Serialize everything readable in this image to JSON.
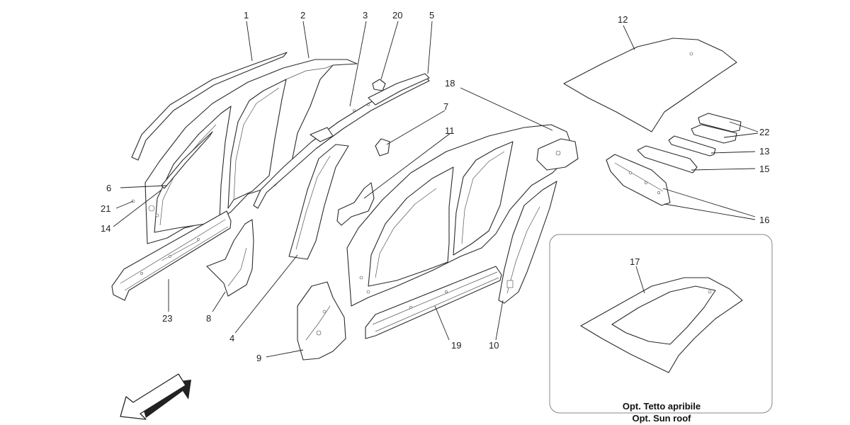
{
  "callouts": {
    "c1": "1",
    "c2": "2",
    "c3": "3",
    "c4": "4",
    "c5": "5",
    "c6": "6",
    "c7": "7",
    "c8": "8",
    "c9": "9",
    "c10": "10",
    "c11": "11",
    "c12": "12",
    "c13": "13",
    "c14": "14",
    "c15": "15",
    "c16": "16",
    "c17": "17",
    "c18": "18",
    "c19": "19",
    "c20": "20",
    "c21": "21",
    "c22": "22",
    "c23": "23"
  },
  "sunroof_box": {
    "caption_line1": "Opt. Tetto apribile",
    "caption_line2": "Opt. Sun roof"
  },
  "colors": {
    "line": "#2b2b2b",
    "box_border": "#888888",
    "background": "#ffffff"
  },
  "icons": {
    "direction_arrow": "front-direction-arrow-icon"
  }
}
